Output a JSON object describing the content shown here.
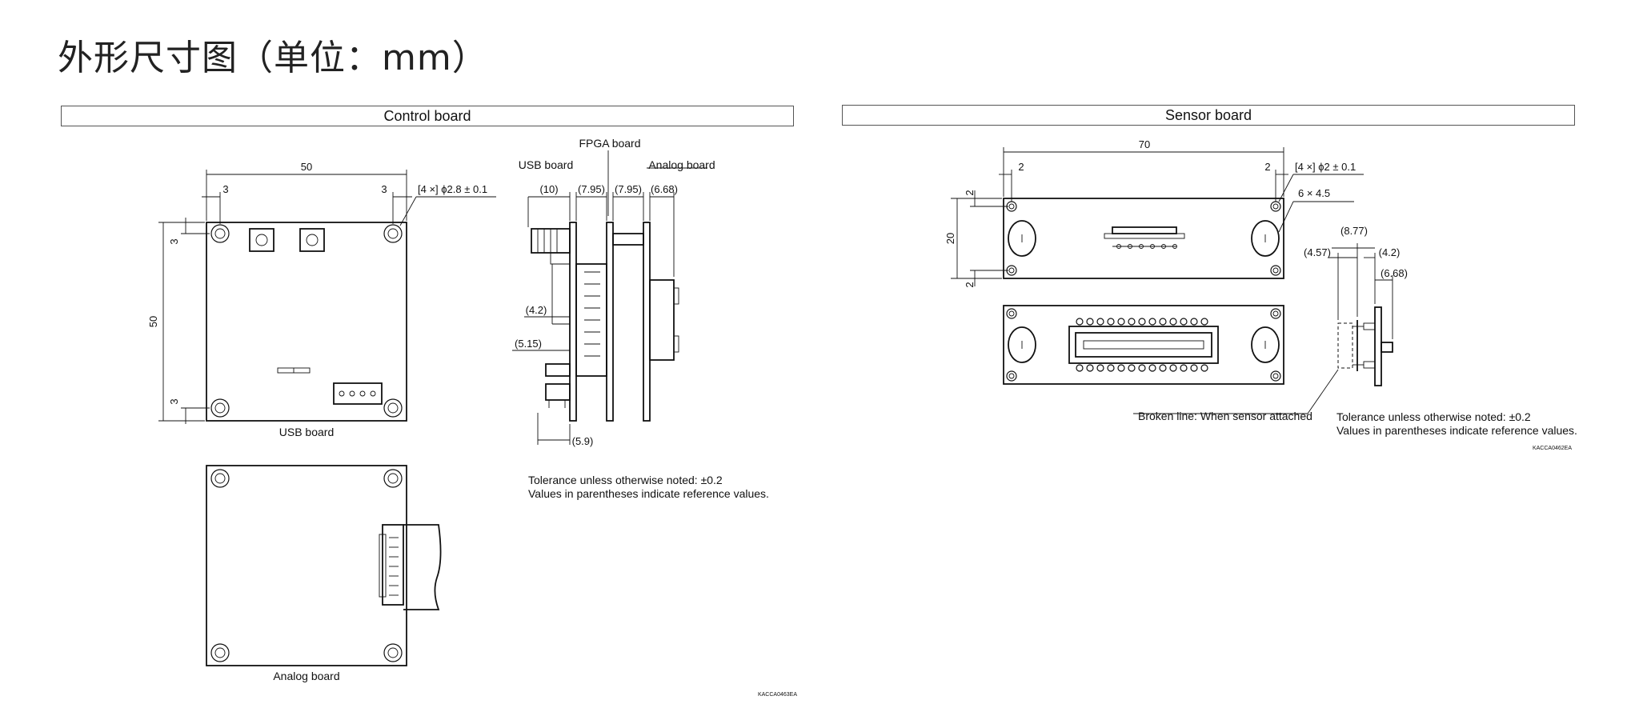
{
  "page": {
    "title": "外形尺寸图（单位：mm）"
  },
  "control_board": {
    "header": "Control board",
    "labels": {
      "fpga_board": "FPGA board",
      "usb_board_side": "USB board",
      "analog_board_side": "Analog board",
      "usb_board": "USB board",
      "analog_board": "Analog board"
    },
    "dims": {
      "width": "50",
      "left_offset": "3",
      "right_offset": "3",
      "hole_spec": "[4 ×] ϕ2.8 ± 0.1",
      "height": "50",
      "top_offset": "3",
      "bottom_offset": "3",
      "side_10": "(10)",
      "side_795a": "(7.95)",
      "side_795b": "(7.95)",
      "side_668": "(6.68)",
      "side_42": "(4.2)",
      "side_515": "(5.15)",
      "side_59": "(5.9)"
    },
    "notes": {
      "line1": "Tolerance unless otherwise noted: ±0.2",
      "line2": "Values in parentheses indicate reference values."
    },
    "drawing_code": "KACCA0463EA"
  },
  "sensor_board": {
    "header": "Sensor board",
    "dims": {
      "width": "70",
      "left_offset": "2",
      "right_offset": "2",
      "hole_spec": "[4 ×] ϕ2 ± 0.1",
      "slot": "6 × 4.5",
      "height": "20",
      "top_offset": "2",
      "bottom_offset": "2",
      "side_877": "(8.77)",
      "side_457": "(4.57)",
      "side_42": "(4.2)",
      "side_668": "(6.68)"
    },
    "broken_line_note": "Broken line: When sensor attached",
    "notes": {
      "line1": "Tolerance unless otherwise noted: ±0.2",
      "line2": "Values in parentheses indicate reference values."
    },
    "drawing_code": "KACCA0462EA"
  }
}
